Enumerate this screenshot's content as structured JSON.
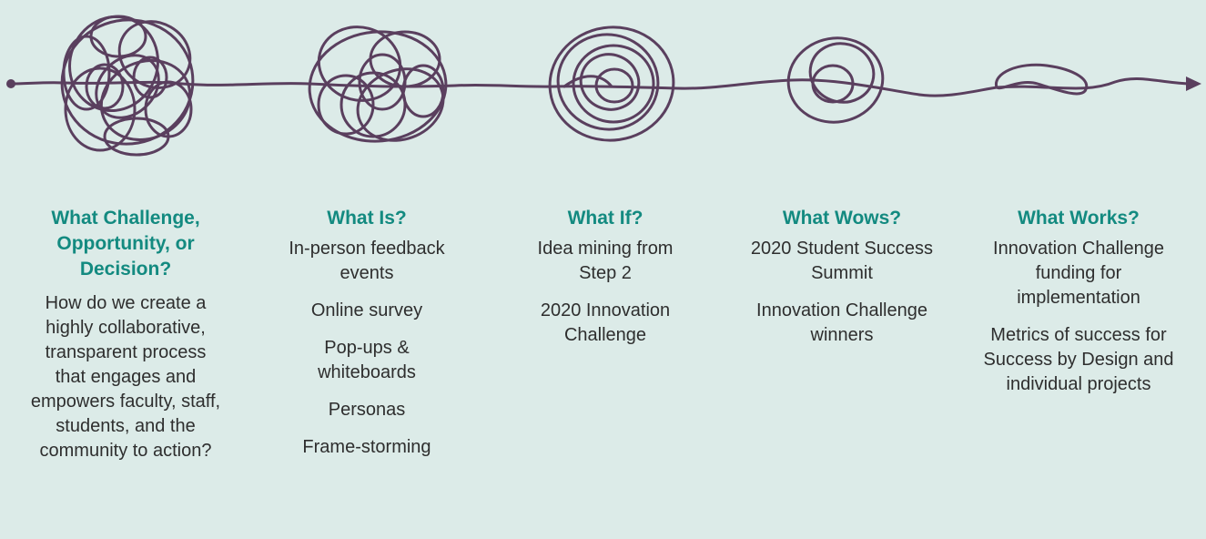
{
  "colors": {
    "background": "#dcebe8",
    "heading": "#138a80",
    "body_text": "#2e2e2e",
    "line": "#5a3f5e"
  },
  "columns": [
    {
      "title": "What Challenge, Opportunity, or Decision?",
      "items": [
        "How do we create a highly collaborative, transparent process that engages and empowers faculty, staff, students, and the community to action?"
      ]
    },
    {
      "title": "What Is?",
      "items": [
        "In-person feedback events",
        "Online survey",
        "Pop-ups & whiteboards",
        "Personas",
        "Frame-storming"
      ]
    },
    {
      "title": "What If?",
      "items": [
        "Idea mining from Step 2",
        "2020 Innovation Challenge"
      ]
    },
    {
      "title": "What Wows?",
      "items": [
        "2020 Student Success Summit",
        "Innovation Challenge winners"
      ]
    },
    {
      "title": "What Works?",
      "items": [
        "Innovation Challenge funding for implementation",
        "Metrics of success for Success by Design and individual projects"
      ]
    }
  ]
}
